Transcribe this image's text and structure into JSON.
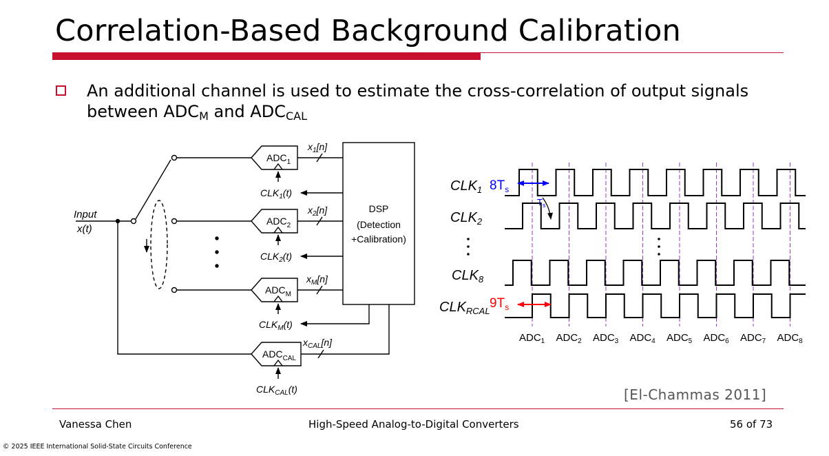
{
  "slide": {
    "title": "Correlation-Based Background Calibration",
    "bullet": {
      "t1": "An additional channel is used to estimate the cross-correlation of output signals between ADC",
      "sub1": "M",
      "t2": " and ADC",
      "sub2": "CAL"
    },
    "reference": "[El-Chammas 2011]"
  },
  "footer": {
    "author": "Vanessa Chen",
    "course": "High-Speed Analog-to-Digital Converters",
    "page": "56 of 73",
    "copyright": "© 2025 IEEE International Solid-State Circuits Conference"
  },
  "block_diagram": {
    "input_label_1": "Input",
    "input_label_2": "x(t)",
    "dsp_lines": [
      "DSP",
      "(Detection",
      "+Calibration)"
    ],
    "channels": [
      {
        "adc": "ADC",
        "adc_sub": "1",
        "out": "x",
        "out_sub": "1",
        "out_tail": "[n]",
        "clk": "CLK",
        "clk_sub": "1",
        "clk_tail": "(t)"
      },
      {
        "adc": "ADC",
        "adc_sub": "2",
        "out": "x",
        "out_sub": "2",
        "out_tail": "[n]",
        "clk": "CLK",
        "clk_sub": "2",
        "clk_tail": "(t)"
      },
      {
        "adc": "ADC",
        "adc_sub": "M",
        "out": "x",
        "out_sub": "M",
        "out_tail": "[n]",
        "clk": "CLK",
        "clk_sub": "M",
        "clk_tail": "(t)"
      },
      {
        "adc": "ADC",
        "adc_sub": "CAL",
        "out": "x",
        "out_sub": "CAL",
        "out_tail": "[n]",
        "clk": "CLK",
        "clk_sub": "CAL",
        "clk_tail": "(t)"
      }
    ]
  },
  "timing_diagram": {
    "clocks": [
      {
        "name": "CLK",
        "sub": "1"
      },
      {
        "name": "CLK",
        "sub": "2"
      },
      {
        "name": "CLK",
        "sub": "8"
      },
      {
        "name": "CLK",
        "sub": "RCAL"
      }
    ],
    "annot_8ts": {
      "main": "8T",
      "sub": "s"
    },
    "annot_9ts": {
      "main": "9T",
      "sub": "s"
    },
    "annot_ts": {
      "main": "T",
      "sub": "s"
    },
    "adc_labels": [
      {
        "main": "ADC",
        "sub": "1"
      },
      {
        "main": "ADC",
        "sub": "2"
      },
      {
        "main": "ADC",
        "sub": "3"
      },
      {
        "main": "ADC",
        "sub": "4"
      },
      {
        "main": "ADC",
        "sub": "5"
      },
      {
        "main": "ADC",
        "sub": "6"
      },
      {
        "main": "ADC",
        "sub": "7"
      },
      {
        "main": "ADC",
        "sub": "8"
      }
    ],
    "colors": {
      "blue": "#0000ff",
      "red": "#ff0000",
      "purple_dash": "#9933cc"
    }
  }
}
